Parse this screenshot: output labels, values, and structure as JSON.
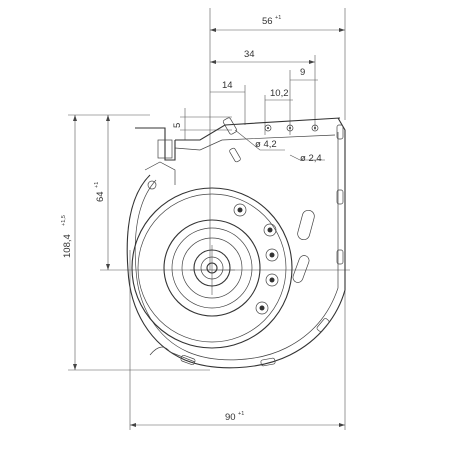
{
  "dimensions": {
    "overall_width": "56",
    "overall_width_tol": "+1",
    "outlet_34": "34",
    "hole_9": "9",
    "hole_14": "14",
    "hole_10_2": "10,2",
    "offset_5": "5",
    "hole_dia_4_2": "ø 4,2",
    "hole_dia_2_4": "ø 2,4",
    "height_64": "64",
    "height_64_tol": "+1",
    "height_108": "108,4",
    "height_108_tol": "+1,5",
    "base_width": "90",
    "base_width_tol": "+1"
  }
}
